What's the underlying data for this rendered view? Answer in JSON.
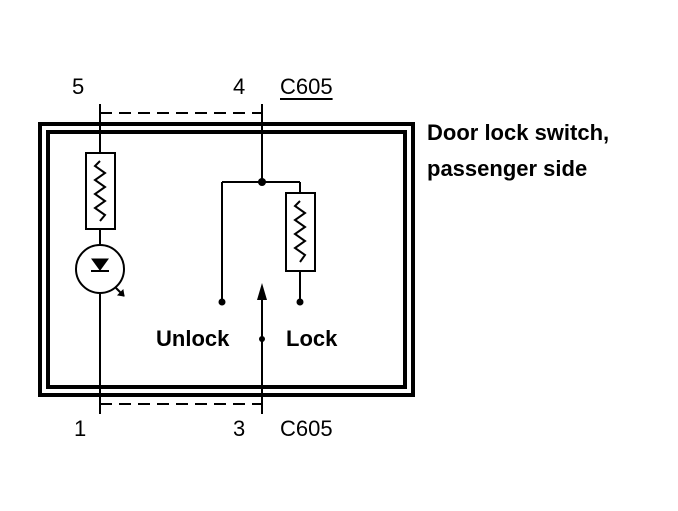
{
  "connector_top": {
    "pin_left": "5",
    "pin_right": "4",
    "label": "C605"
  },
  "connector_bottom": {
    "pin_left": "1",
    "pin_right": "3",
    "label": "C605"
  },
  "component": {
    "title_line1": "Door lock switch,",
    "title_line2": "passenger side"
  },
  "switch": {
    "unlock_label": "Unlock",
    "lock_label": "Lock"
  }
}
